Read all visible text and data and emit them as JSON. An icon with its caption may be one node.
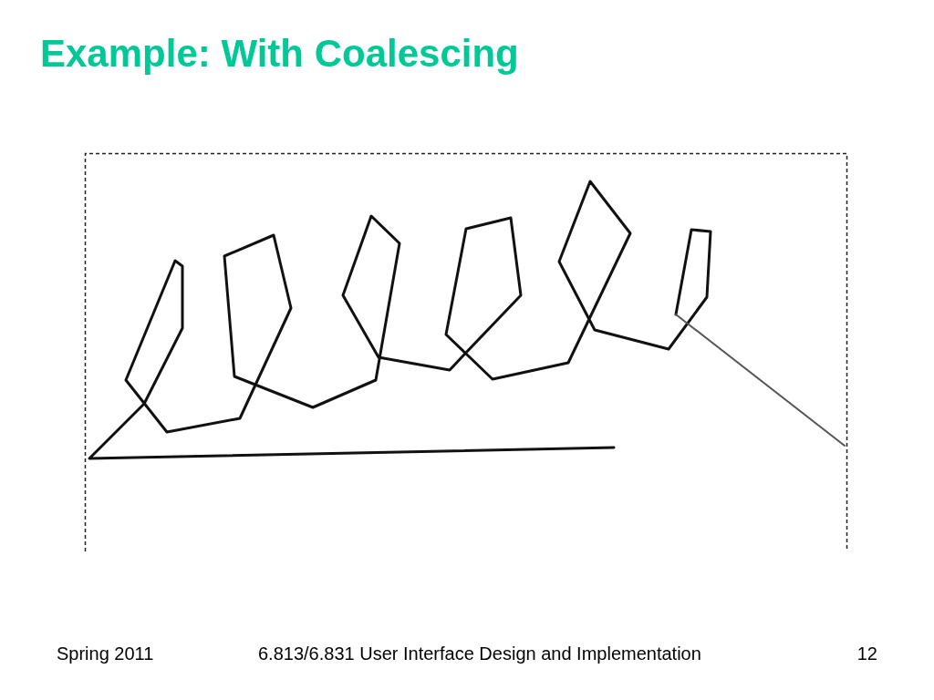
{
  "diagram": {
    "title": "Example: With Coalescing",
    "labels": [
      "Spring 2011",
      "6.813/6.831 User Interface Design and Implementation",
      "12"
    ]
  }
}
